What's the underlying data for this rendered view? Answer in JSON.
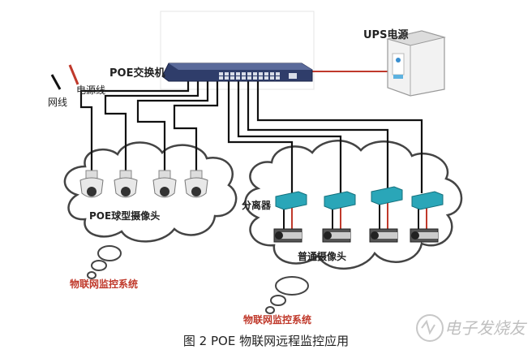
{
  "labels": {
    "poe_switch": "POE交换机",
    "ups": "UPS电源",
    "power_cable": "电源线",
    "network_cable": "网线",
    "dome_cameras": "POE球型摄像头",
    "splitter": "分离器",
    "bullet_cameras": "普通摄像头",
    "iot_system_1": "物联网监控系统",
    "iot_system_2": "物联网监控系统",
    "caption": "图 2 POE 物联网远程监控应用",
    "watermark": "电子发烧友"
  },
  "colors": {
    "cable": "#111111",
    "power": "#c0392b",
    "cloud": "#444444",
    "switch": "#3a4a7a",
    "splitter": "#2aa6b8"
  }
}
